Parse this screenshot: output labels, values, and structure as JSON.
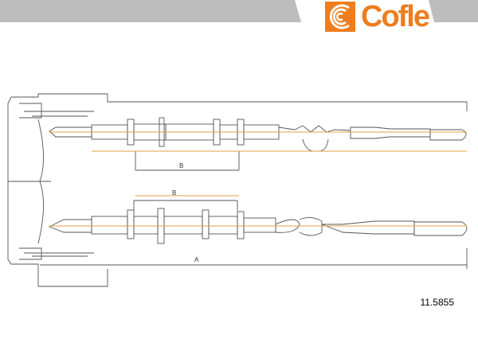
{
  "brand": {
    "name": "Cofle",
    "colors": {
      "brand": "#ee7d1e",
      "banner": "#bdbdbd",
      "line": "#555555",
      "accent_line": "#e0a040"
    }
  },
  "labels": {
    "dimension_b_upper": "B",
    "dimension_b_lower": "B",
    "dimension_a": "A",
    "part_number": "11.5855"
  }
}
